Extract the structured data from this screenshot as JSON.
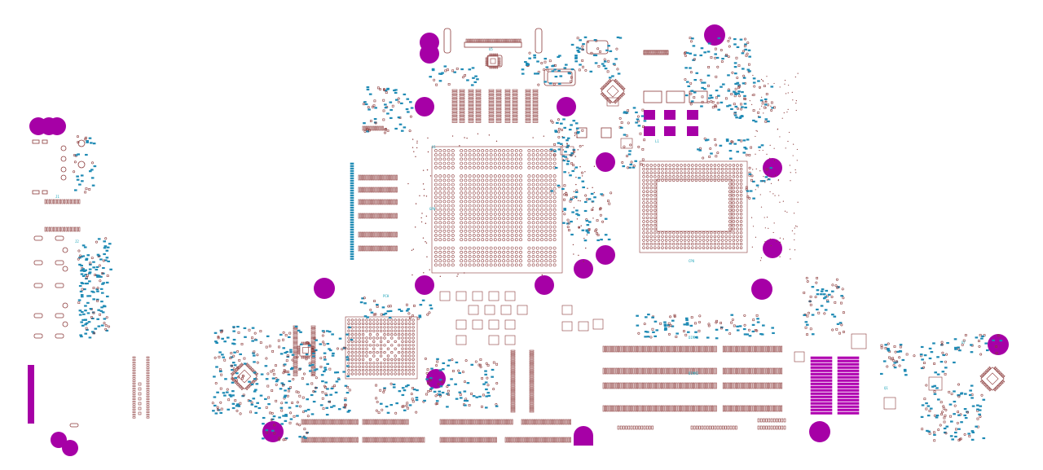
{
  "board": {
    "background": "#ffffff",
    "colors": {
      "copper": "#8b3a3a",
      "silkscreen": "#1aa3b8",
      "testpad": "#a600a6",
      "smd": "#1e8ab4"
    },
    "labels": {
      "gpu": "GPU",
      "cpu": "CPU",
      "pch": "PCH",
      "dimm1": "DIMM1",
      "dimm2": "DIMM2",
      "u1": "U1",
      "u5": "U5",
      "u7": "U7",
      "j1": "J1",
      "j2": "J2",
      "l1": "L1",
      "q1": "Q1"
    }
  }
}
